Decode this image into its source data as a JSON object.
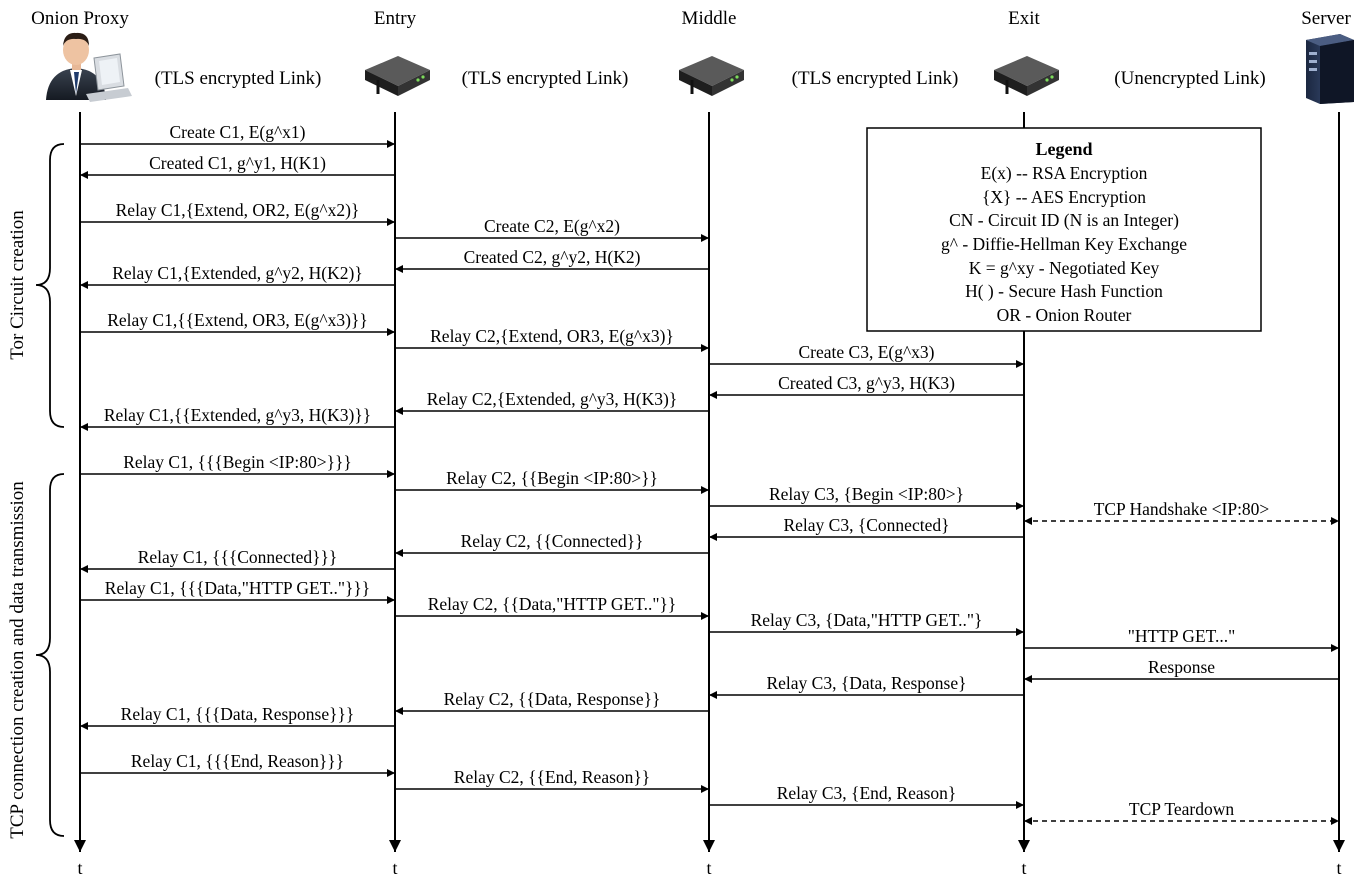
{
  "participants": [
    {
      "id": "proxy",
      "name": "Onion Proxy",
      "icon": "user-laptop-icon"
    },
    {
      "id": "entry",
      "name": "Entry",
      "icon": "router-icon"
    },
    {
      "id": "middle",
      "name": "Middle",
      "icon": "router-icon"
    },
    {
      "id": "exit",
      "name": "Exit",
      "icon": "router-icon"
    },
    {
      "id": "server",
      "name": "Server",
      "icon": "server-tower-icon"
    }
  ],
  "links": [
    "(TLS encrypted Link)",
    "(TLS encrypted Link)",
    "(TLS encrypted Link)",
    "(Unencrypted Link)"
  ],
  "time_label": "t",
  "groups": [
    "Tor Circuit creation",
    "TCP connection creation and data transmission"
  ],
  "messages": [
    {
      "from": "proxy",
      "to": "entry",
      "label": "Create C1, E(g^x1)"
    },
    {
      "from": "entry",
      "to": "proxy",
      "label": "Created C1, g^y1, H(K1)"
    },
    {
      "from": "proxy",
      "to": "entry",
      "label": "Relay C1,{Extend, OR2, E(g^x2)}"
    },
    {
      "from": "entry",
      "to": "middle",
      "label": "Create C2, E(g^x2)"
    },
    {
      "from": "middle",
      "to": "entry",
      "label": "Created C2, g^y2, H(K2)"
    },
    {
      "from": "entry",
      "to": "proxy",
      "label": "Relay C1,{Extended, g^y2, H(K2)}"
    },
    {
      "from": "proxy",
      "to": "entry",
      "label": "Relay C1,{{Extend, OR3, E(g^x3)}}"
    },
    {
      "from": "entry",
      "to": "middle",
      "label": "Relay C2,{Extend, OR3, E(g^x3)}"
    },
    {
      "from": "middle",
      "to": "exit",
      "label": "Create C3, E(g^x3)"
    },
    {
      "from": "exit",
      "to": "middle",
      "label": "Created C3, g^y3, H(K3)"
    },
    {
      "from": "middle",
      "to": "entry",
      "label": "Relay C2,{Extended, g^y3, H(K3)}"
    },
    {
      "from": "entry",
      "to": "proxy",
      "label": "Relay C1,{{Extended, g^y3, H(K3)}}"
    },
    {
      "from": "proxy",
      "to": "entry",
      "label": "Relay C1, {{{Begin <IP:80>}}}"
    },
    {
      "from": "entry",
      "to": "middle",
      "label": "Relay C2, {{Begin <IP:80>}}"
    },
    {
      "from": "middle",
      "to": "exit",
      "label": "Relay C3, {Begin <IP:80>}"
    },
    {
      "from": "exit",
      "to": "server",
      "label": "TCP Handshake <IP:80>",
      "style": "dashed-both"
    },
    {
      "from": "exit",
      "to": "middle",
      "label": "Relay C3, {Connected}"
    },
    {
      "from": "middle",
      "to": "entry",
      "label": "Relay C2, {{Connected}}"
    },
    {
      "from": "entry",
      "to": "proxy",
      "label": "Relay C1, {{{Connected}}}"
    },
    {
      "from": "proxy",
      "to": "entry",
      "label": "Relay C1, {{{Data,\"HTTP GET..\"}}}"
    },
    {
      "from": "entry",
      "to": "middle",
      "label": "Relay C2, {{Data,\"HTTP GET..\"}}"
    },
    {
      "from": "middle",
      "to": "exit",
      "label": "Relay C3, {Data,\"HTTP GET..\"}"
    },
    {
      "from": "exit",
      "to": "server",
      "label": "\"HTTP GET...\""
    },
    {
      "from": "server",
      "to": "exit",
      "label": "Response"
    },
    {
      "from": "exit",
      "to": "middle",
      "label": "Relay C3, {Data, Response}"
    },
    {
      "from": "middle",
      "to": "entry",
      "label": "Relay C2, {{Data, Response}}"
    },
    {
      "from": "entry",
      "to": "proxy",
      "label": "Relay C1, {{{Data, Response}}}"
    },
    {
      "from": "proxy",
      "to": "entry",
      "label": "Relay C1, {{{End, Reason}}}"
    },
    {
      "from": "entry",
      "to": "middle",
      "label": "Relay C2, {{End, Reason}}"
    },
    {
      "from": "middle",
      "to": "exit",
      "label": "Relay C3, {End, Reason}"
    },
    {
      "from": "exit",
      "to": "server",
      "label": "TCP Teardown",
      "style": "dashed-both"
    }
  ],
  "legend": {
    "title": "Legend",
    "items": [
      "E(x) -- RSA Encryption",
      "{X} -- AES Encryption",
      "CN - Circuit ID (N is an Integer)",
      "g^ - Diffie-Hellman Key Exchange",
      "K = g^xy - Negotiated Key",
      "H( ) - Secure Hash Function",
      "OR - Onion Router"
    ]
  }
}
